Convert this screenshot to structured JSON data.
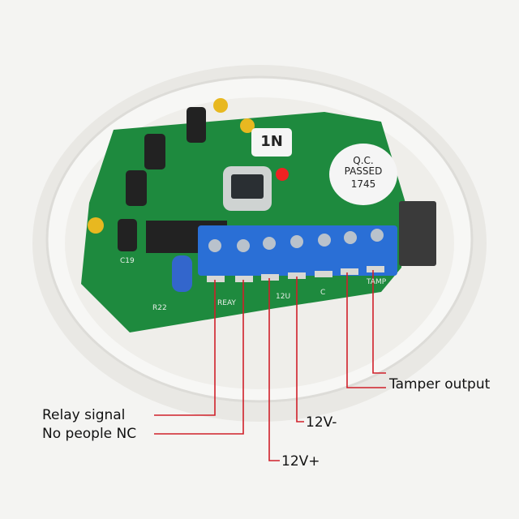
{
  "board": {
    "model_sticker": "1N",
    "qc_sticker": {
      "line1": "Q.C.",
      "line2": "PASSED",
      "number": "1745"
    },
    "silkscreen": {
      "relay": "REAY",
      "v12": "12U",
      "common": "C",
      "tamper": "TAMP",
      "r22": "R22",
      "c19": "C19"
    }
  },
  "annotations": [
    {
      "label": "Tamper output"
    },
    {
      "label": "Relay signal"
    },
    {
      "label": "12V-"
    },
    {
      "label": "No people NC"
    },
    {
      "label": "12V+"
    }
  ],
  "colors": {
    "pcb": "#1e8a3e",
    "terminal": "#2a6fd6",
    "annotation_line": "#d0202a",
    "housing": "#f2f1ee"
  }
}
